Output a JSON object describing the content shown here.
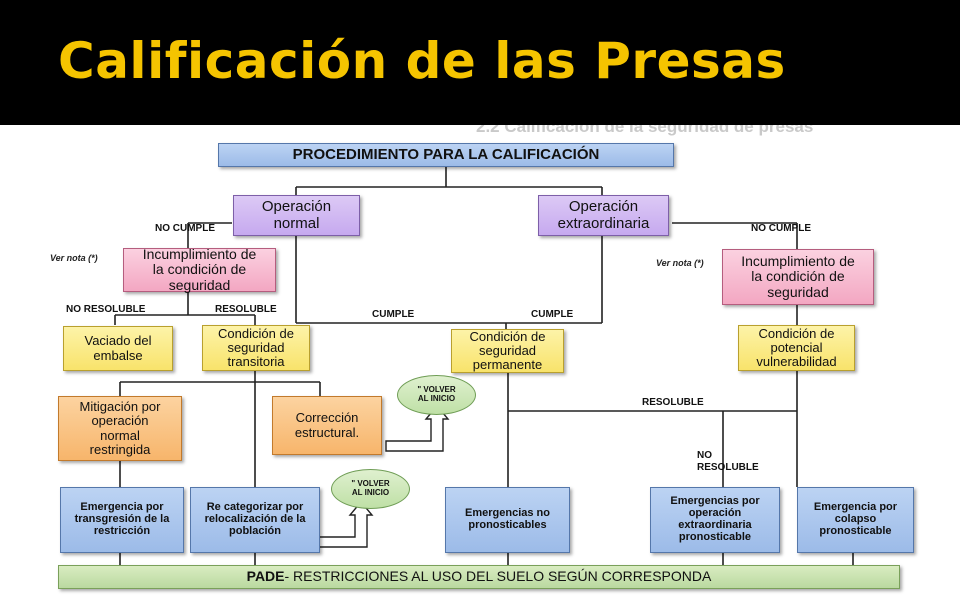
{
  "slide_title": "Calificación de las Presas",
  "ghost_heading": "2.2 Calificación de la seguridad de presas",
  "boxes": {
    "procedimiento": "PROCEDIMIENTO PARA LA CALIFICACIÓN",
    "op_normal": "Operación\nnormal",
    "op_extra": "Operación\nextraordinaria",
    "incumplimiento_left": "Incumplimiento de\nla condición de\nseguridad",
    "incumplimiento_right": "Incumplimiento de\nla condición de\nseguridad",
    "vaciado": "Vaciado del\nembalse",
    "cond_transitoria": "Condición de\nseguridad\ntransitoria",
    "cond_permanente": "Condición de\nseguridad\npermanente",
    "cond_potencial": "Condición de\npotencial\nvulnerabilidad",
    "mitigacion": "Mitigación por\noperación\nnormal\nrestringida",
    "correccion": "Corrección\nestructural.",
    "emerg_transgresion": "Emergencia por\ntransgresión de la\nrestricción",
    "recategorizar": "Re categorizar por\nrelocalización de la\npoblación",
    "emerg_no_pronost": "Emergencias no\npronosticables",
    "emerg_extra": "Emergencias por\noperación\nextraordinaria\npronosticable",
    "emerg_colapso": "Emergencia por\ncolapso\npronosticable",
    "pade_bold": "PADE",
    "pade_rest": "- RESTRICCIONES AL USO DEL SUELO SEGÚN CORRESPONDA"
  },
  "ovals": {
    "volver_1": "\" VOLVER\nAL INICIO",
    "volver_2": "\" VOLVER\nAL INICIO"
  },
  "labels": {
    "no_cumple_left": "NO CUMPLE",
    "no_cumple_right": "NO CUMPLE",
    "no_resoluble_left": "NO RESOLUBLE",
    "resoluble_left": "RESOLUBLE",
    "cumple_left": "CUMPLE",
    "cumple_right": "CUMPLE",
    "resoluble_right": "RESOLUBLE",
    "no_resoluble_right": "NO\nRESOLUBLE",
    "ver_nota_left": "Ver nota (*)",
    "ver_nota_right": "Ver nota (*)"
  }
}
